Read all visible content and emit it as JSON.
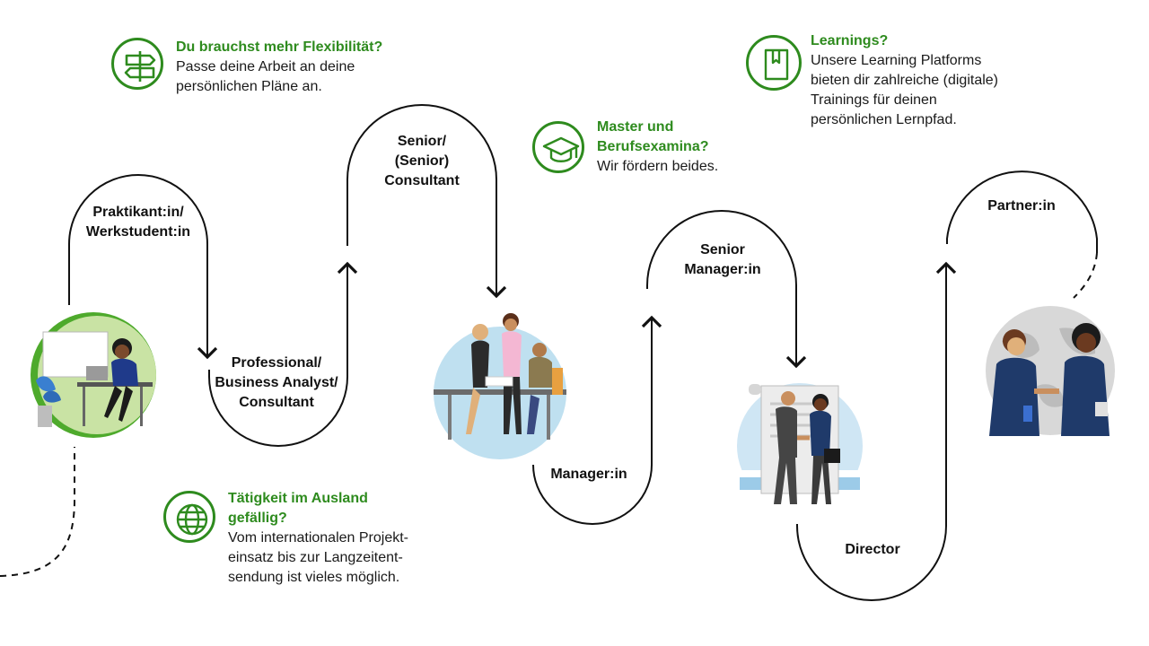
{
  "colors": {
    "accent": "#2e8b1e",
    "line": "#111111",
    "text": "#1a1a1a"
  },
  "career_steps": [
    {
      "id": "praktikant",
      "lines": [
        "Praktikant:in/",
        "Werkstudent:in"
      ]
    },
    {
      "id": "professional",
      "lines": [
        "Professional/",
        "Business Analyst/",
        "Consultant"
      ]
    },
    {
      "id": "senior-consultant",
      "lines": [
        "Senior/",
        "(Senior)",
        "Consultant"
      ]
    },
    {
      "id": "manager",
      "lines": [
        "Manager:in"
      ]
    },
    {
      "id": "senior-manager",
      "lines": [
        "Senior",
        "Manager:in"
      ]
    },
    {
      "id": "director",
      "lines": [
        "Director"
      ]
    },
    {
      "id": "partner",
      "lines": [
        "Partner:in"
      ]
    }
  ],
  "info_boxes": [
    {
      "id": "flexibility",
      "icon": "signpost-icon",
      "title": [
        "Du brauchst mehr Flexibilität?"
      ],
      "body": [
        "Passe deine Arbeit an deine",
        "persönlichen Pläne an."
      ]
    },
    {
      "id": "ausland",
      "icon": "globe-icon",
      "title": [
        "Tätigkeit im Ausland",
        "gefällig?"
      ],
      "body": [
        "Vom internationalen Projekt-",
        "einsatz bis zur Langzeitent-",
        "sendung ist vieles möglich."
      ]
    },
    {
      "id": "master",
      "icon": "graduation-cap-icon",
      "title": [
        "Master und",
        "Berufsexamina?"
      ],
      "body": [
        "Wir fördern beides."
      ]
    },
    {
      "id": "learnings",
      "icon": "book-icon",
      "title": [
        "Learnings?"
      ],
      "body": [
        "Unsere Learning Platforms",
        "bieten dir zahlreiche (digitale)",
        "Trainings für deinen",
        "persönlichen Lernpfad."
      ]
    }
  ]
}
